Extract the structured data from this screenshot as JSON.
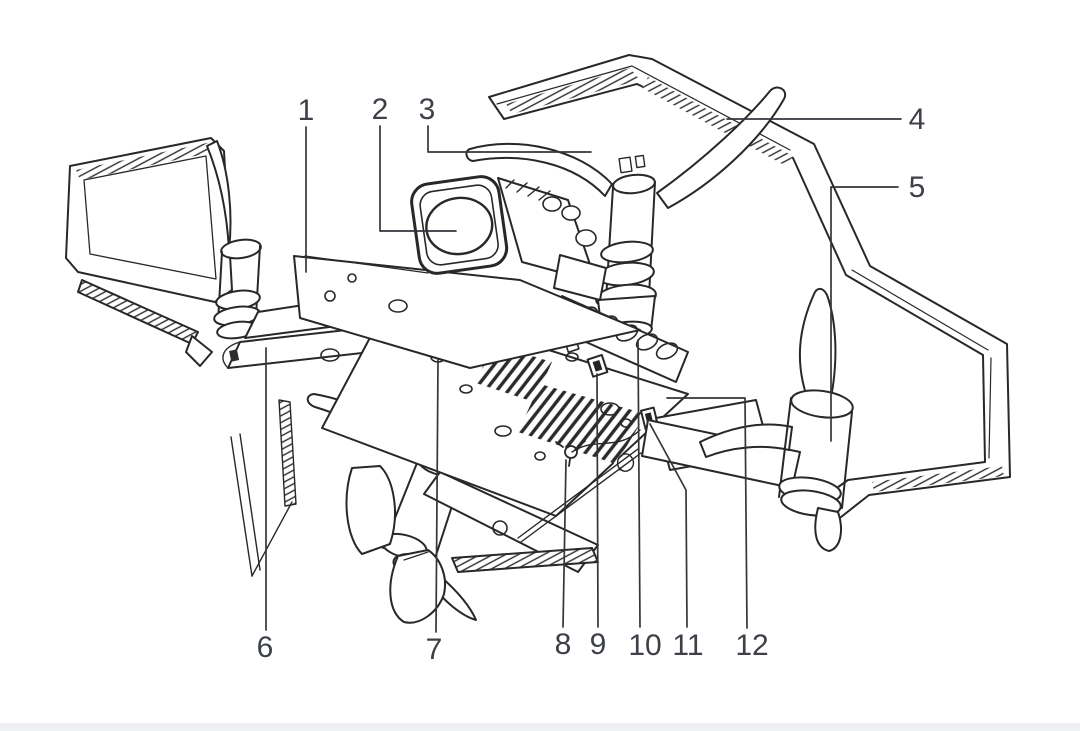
{
  "figure": {
    "kind": "drone-parts-diagram",
    "background": "#ffffff",
    "line_color": "#2a2a2a",
    "label_color": "#3d4147",
    "leader_color": "#33363b"
  },
  "callouts": [
    {
      "label": "1"
    },
    {
      "label": "2"
    },
    {
      "label": "3"
    },
    {
      "label": "4"
    },
    {
      "label": "5"
    },
    {
      "label": "6"
    },
    {
      "label": "7"
    },
    {
      "label": "8"
    },
    {
      "label": "9"
    },
    {
      "label": "10"
    },
    {
      "label": "11"
    },
    {
      "label": "12"
    }
  ]
}
